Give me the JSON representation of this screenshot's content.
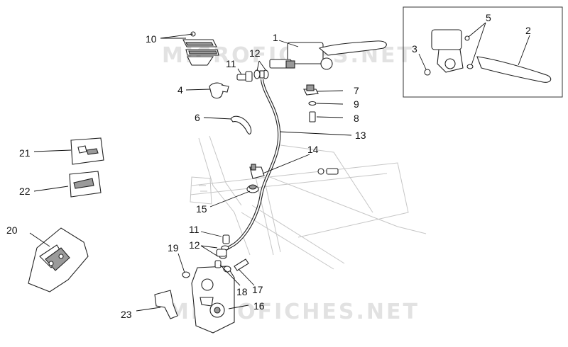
{
  "watermarks": [
    "MICROFICHES.NET",
    "MICROFICHES.NET"
  ],
  "callouts": [
    {
      "id": "c1",
      "label": "1"
    },
    {
      "id": "c2",
      "label": "2"
    },
    {
      "id": "c3",
      "label": "3"
    },
    {
      "id": "c4",
      "label": "4"
    },
    {
      "id": "c5",
      "label": "5"
    },
    {
      "id": "c6",
      "label": "6"
    },
    {
      "id": "c7",
      "label": "7"
    },
    {
      "id": "c8",
      "label": "8"
    },
    {
      "id": "c9",
      "label": "9"
    },
    {
      "id": "c10",
      "label": "10"
    },
    {
      "id": "c11a",
      "label": "11"
    },
    {
      "id": "c11b",
      "label": "11"
    },
    {
      "id": "c12a",
      "label": "12"
    },
    {
      "id": "c12b",
      "label": "12"
    },
    {
      "id": "c13",
      "label": "13"
    },
    {
      "id": "c14",
      "label": "14"
    },
    {
      "id": "c15",
      "label": "15"
    },
    {
      "id": "c16",
      "label": "16"
    },
    {
      "id": "c17",
      "label": "17"
    },
    {
      "id": "c18",
      "label": "18"
    },
    {
      "id": "c19",
      "label": "19"
    },
    {
      "id": "c20",
      "label": "20"
    },
    {
      "id": "c21",
      "label": "21"
    },
    {
      "id": "c22",
      "label": "22"
    },
    {
      "id": "c23",
      "label": "23"
    }
  ]
}
